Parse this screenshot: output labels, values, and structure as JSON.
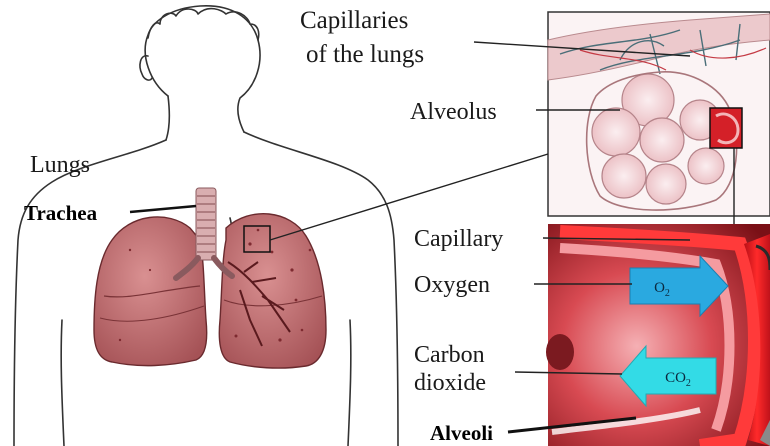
{
  "diagram": {
    "labels": {
      "capillaries_line1": "Capillaries",
      "capillaries_line2": "of the lungs",
      "alveolus": "Alveolus",
      "lungs": "Lungs",
      "trachea": "Trachea",
      "capillary": "Capillary",
      "oxygen": "Oxygen",
      "carbon_line1": "Carbon",
      "carbon_line2": "dioxide",
      "alveoli": "Alveoli"
    },
    "gases": {
      "o2_main": "O",
      "o2_sub": "2",
      "co2_main": "CO",
      "co2_sub": "2"
    },
    "colors": {
      "lung": "#c9797a",
      "lung_dark": "#8e3f42",
      "blood": "#e0141c",
      "arrow_blue": "#2aa9e0",
      "arrow_cyan": "#33dbe6",
      "line": "#222222"
    }
  }
}
